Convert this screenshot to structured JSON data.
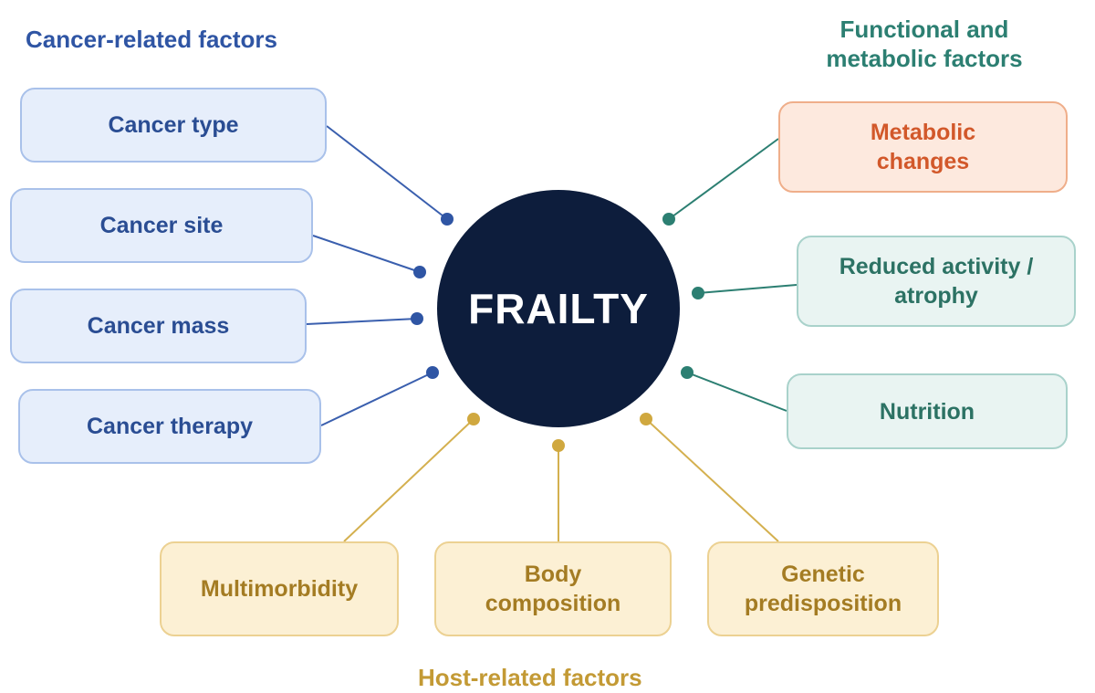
{
  "headings": {
    "cancer": "Cancer-related factors",
    "functional_line1": "Functional and",
    "functional_line2": "metabolic factors",
    "host": "Host-related factors"
  },
  "center": {
    "label": "FRAILTY"
  },
  "cancer_factors": [
    "Cancer type",
    "Cancer site",
    "Cancer mass",
    "Cancer therapy"
  ],
  "functional_factors": [
    {
      "line1": "Metabolic",
      "line2": "changes"
    },
    {
      "line1": "Reduced activity /",
      "line2": "atrophy"
    },
    {
      "line1": "Nutrition"
    }
  ],
  "host_factors": [
    {
      "line1": "Multimorbidity"
    },
    {
      "line1": "Body",
      "line2": "composition"
    },
    {
      "line1": "Genetic",
      "line2": "predisposition"
    }
  ],
  "colors": {
    "cancer": "#2f55a4",
    "functional": "#2c7f72",
    "metabolic": "#d2582a",
    "host": "#c39a35",
    "center": "#0d1d3c"
  }
}
